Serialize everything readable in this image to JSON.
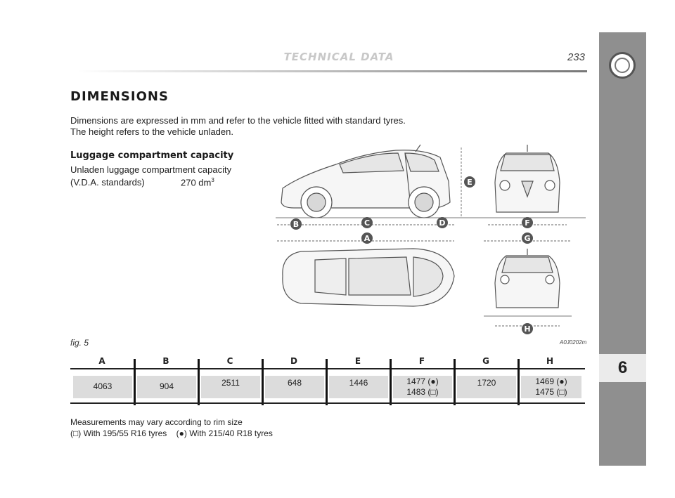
{
  "header": {
    "section": "TECHNICAL DATA",
    "page_number": "233"
  },
  "sidebar": {
    "chapter": "6"
  },
  "main": {
    "title": "DIMENSIONS",
    "intro": [
      "Dimensions are expressed in mm and refer to the vehicle fitted with standard tyres.",
      "The height refers to the vehicle unladen."
    ],
    "luggage": {
      "title": "Luggage compartment capacity",
      "line1": "Unladen luggage compartment capacity",
      "line2_label": "(V.D.A. standards)",
      "line2_value": "270 dm",
      "line2_unit_sup": "3"
    }
  },
  "figure": {
    "label": "fig. 5",
    "code": "A0J0202m",
    "markers": [
      "A",
      "B",
      "C",
      "D",
      "E",
      "F",
      "G",
      "H"
    ]
  },
  "table": {
    "columns": [
      {
        "key": "A",
        "values": [
          "4063"
        ]
      },
      {
        "key": "B",
        "values": [
          "904"
        ]
      },
      {
        "key": "C",
        "values": [
          "2511"
        ]
      },
      {
        "key": "D",
        "values": [
          "648"
        ]
      },
      {
        "key": "E",
        "values": [
          "1446"
        ]
      },
      {
        "key": "F",
        "values": [
          "1477 (●)",
          "1483 (□)"
        ]
      },
      {
        "key": "G",
        "values": [
          "1720"
        ]
      },
      {
        "key": "H",
        "values": [
          "1469 (●)",
          "1475 (□)"
        ]
      }
    ]
  },
  "notes": {
    "line1": "Measurements may vary according to rim size",
    "line2": "(□) With 195/55 R16 tyres    (●) With 215/40 R18 tyres"
  }
}
